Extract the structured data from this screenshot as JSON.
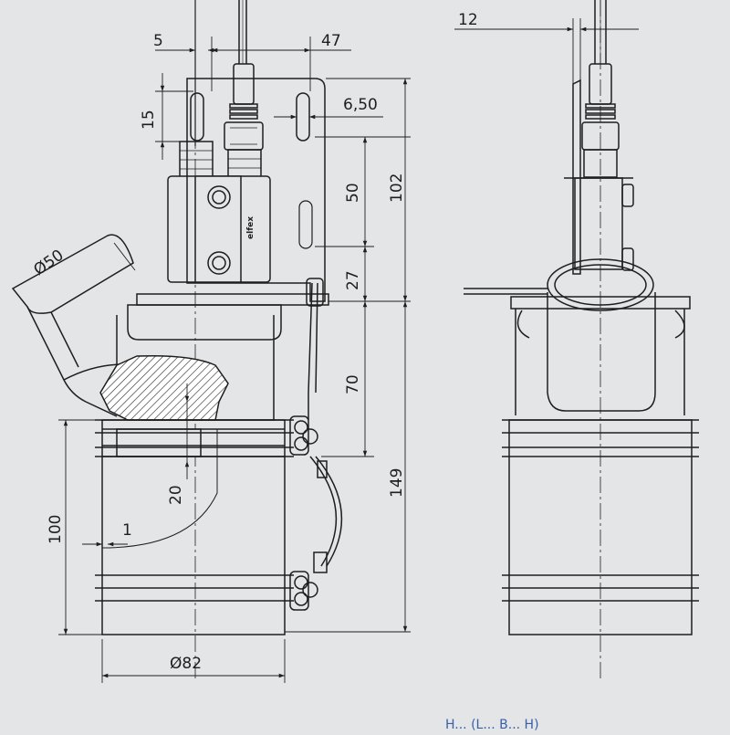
{
  "drawing": {
    "dimensions": {
      "d5": "5",
      "d47": "47",
      "d15": "15",
      "d650": "6,50",
      "d50": "50",
      "d102": "102",
      "d27": "27",
      "d70": "70",
      "d149": "149",
      "d20": "20",
      "d100": "100",
      "d1": "1",
      "dia50": "Ø50",
      "dia82": "Ø82",
      "d12": "12"
    },
    "brand_label": "elfex",
    "caption": "H... (L... B... H)"
  },
  "colors": {
    "background": "#e4e5e7",
    "line": "#1e1e1e",
    "section_hatch": "#ffffff",
    "caption": "#3b5fa8"
  }
}
